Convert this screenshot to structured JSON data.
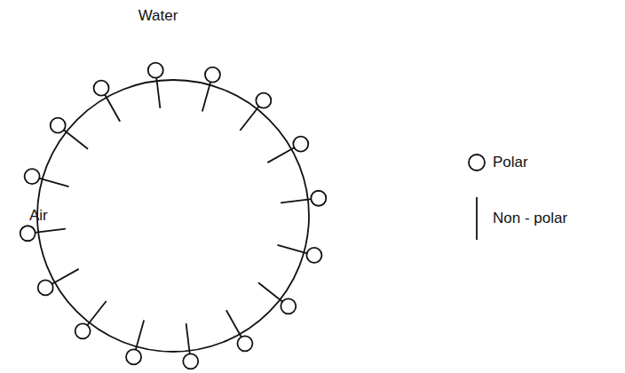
{
  "diagram": {
    "nodes": [
      {
        "text": [
          "Air"
        ]
      }
    ],
    "labels": [
      "Water"
    ],
    "legend": [
      {
        "text": "Polar"
      },
      {
        "text": "Non - polar"
      }
    ]
  }
}
